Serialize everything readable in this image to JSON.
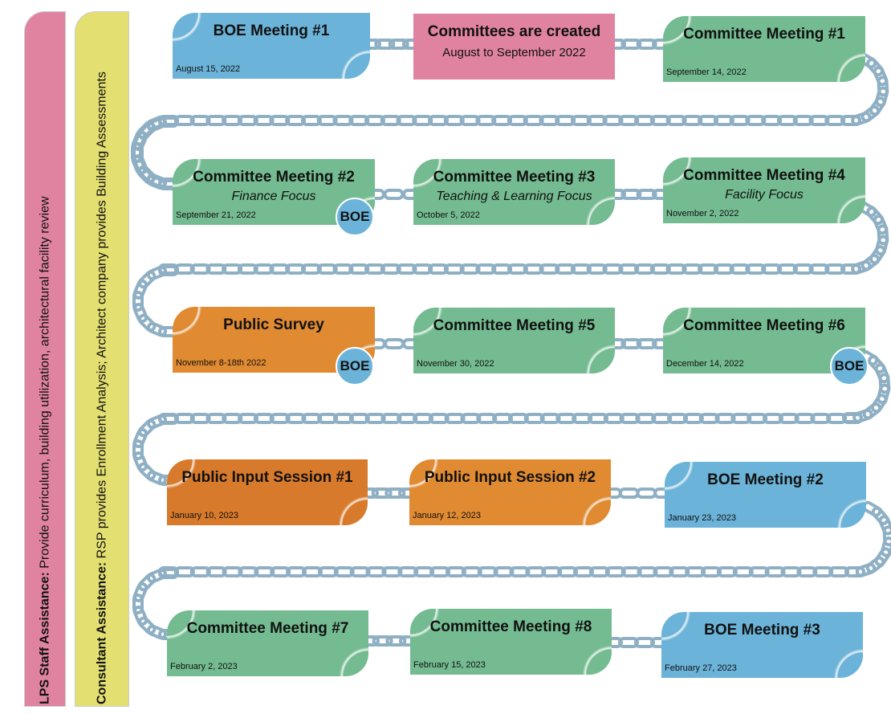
{
  "side": {
    "lps_label": "LPS Staff Assistance:",
    "lps_text": " Provide curriculum, building utilization, architectural facility review",
    "consult_label": "Consultant Assistance:",
    "consult_text": " RSP provides Enrollment Analysis; Architect company provides Building Assessments"
  },
  "colors": {
    "blue": "#6bb3d8",
    "pink": "#e083a1",
    "green": "#74bb91",
    "orange": "#e08a32",
    "yellow": "#e3df70",
    "chain": "#8fb0c4"
  },
  "events": [
    {
      "title": "BOE Meeting #1",
      "subtitle": "",
      "date": "August 15, 2022",
      "color": "blue"
    },
    {
      "title": "Committees are created",
      "subtitle": "August to September 2022",
      "date": "",
      "color": "pink"
    },
    {
      "title": "Committee Meeting #1",
      "subtitle": "",
      "date": "September 14, 2022",
      "color": "green"
    },
    {
      "title": "Committee Meeting #2",
      "subtitle": "Finance Focus",
      "date": "September 21, 2022",
      "color": "green",
      "badge": "BOE"
    },
    {
      "title": "Committee Meeting #3",
      "subtitle": "Teaching & Learning Focus",
      "date": "October 5, 2022",
      "color": "green"
    },
    {
      "title": "Committee Meeting #4",
      "subtitle": "Facility Focus",
      "date": "November 2, 2022",
      "color": "green"
    },
    {
      "title": "Public Survey",
      "subtitle": "",
      "date": "November 8-18th 2022",
      "color": "orange",
      "badge": "BOE"
    },
    {
      "title": "Committee Meeting #5",
      "subtitle": "",
      "date": "November 30, 2022",
      "color": "green"
    },
    {
      "title": "Committee Meeting #6",
      "subtitle": "",
      "date": "December 14, 2022",
      "color": "green",
      "badge": "BOE"
    },
    {
      "title": "Public Input Session #1",
      "subtitle": "",
      "date": "January 10, 2023",
      "color": "orange"
    },
    {
      "title": "Public Input Session #2",
      "subtitle": "",
      "date": "January 12, 2023",
      "color": "orange"
    },
    {
      "title": "BOE Meeting #2",
      "subtitle": "",
      "date": "January 23, 2023",
      "color": "blue"
    },
    {
      "title": "Committee Meeting #7",
      "subtitle": "",
      "date": "February 2, 2023",
      "color": "green"
    },
    {
      "title": "Committee Meeting #8",
      "subtitle": "",
      "date": "February 15, 2023",
      "color": "green"
    },
    {
      "title": "BOE Meeting #3",
      "subtitle": "",
      "date": "February 27, 2023",
      "color": "blue"
    }
  ]
}
